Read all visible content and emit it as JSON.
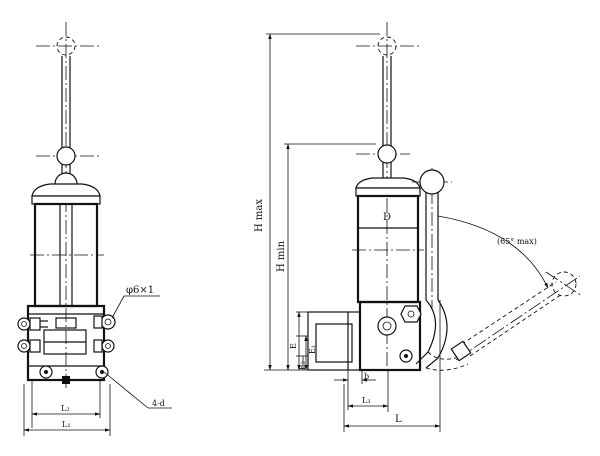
{
  "labels": {
    "phi": "φ6×1",
    "four_d": "4-d",
    "L2": "L₂",
    "L1": "L₁",
    "H_max": "H max",
    "H_min": "H min",
    "D": "D",
    "angle": "(65° max)",
    "E": "E",
    "E1": "E₁",
    "E2": "E₂",
    "b": "b",
    "L3": "L₃",
    "L": "L"
  }
}
